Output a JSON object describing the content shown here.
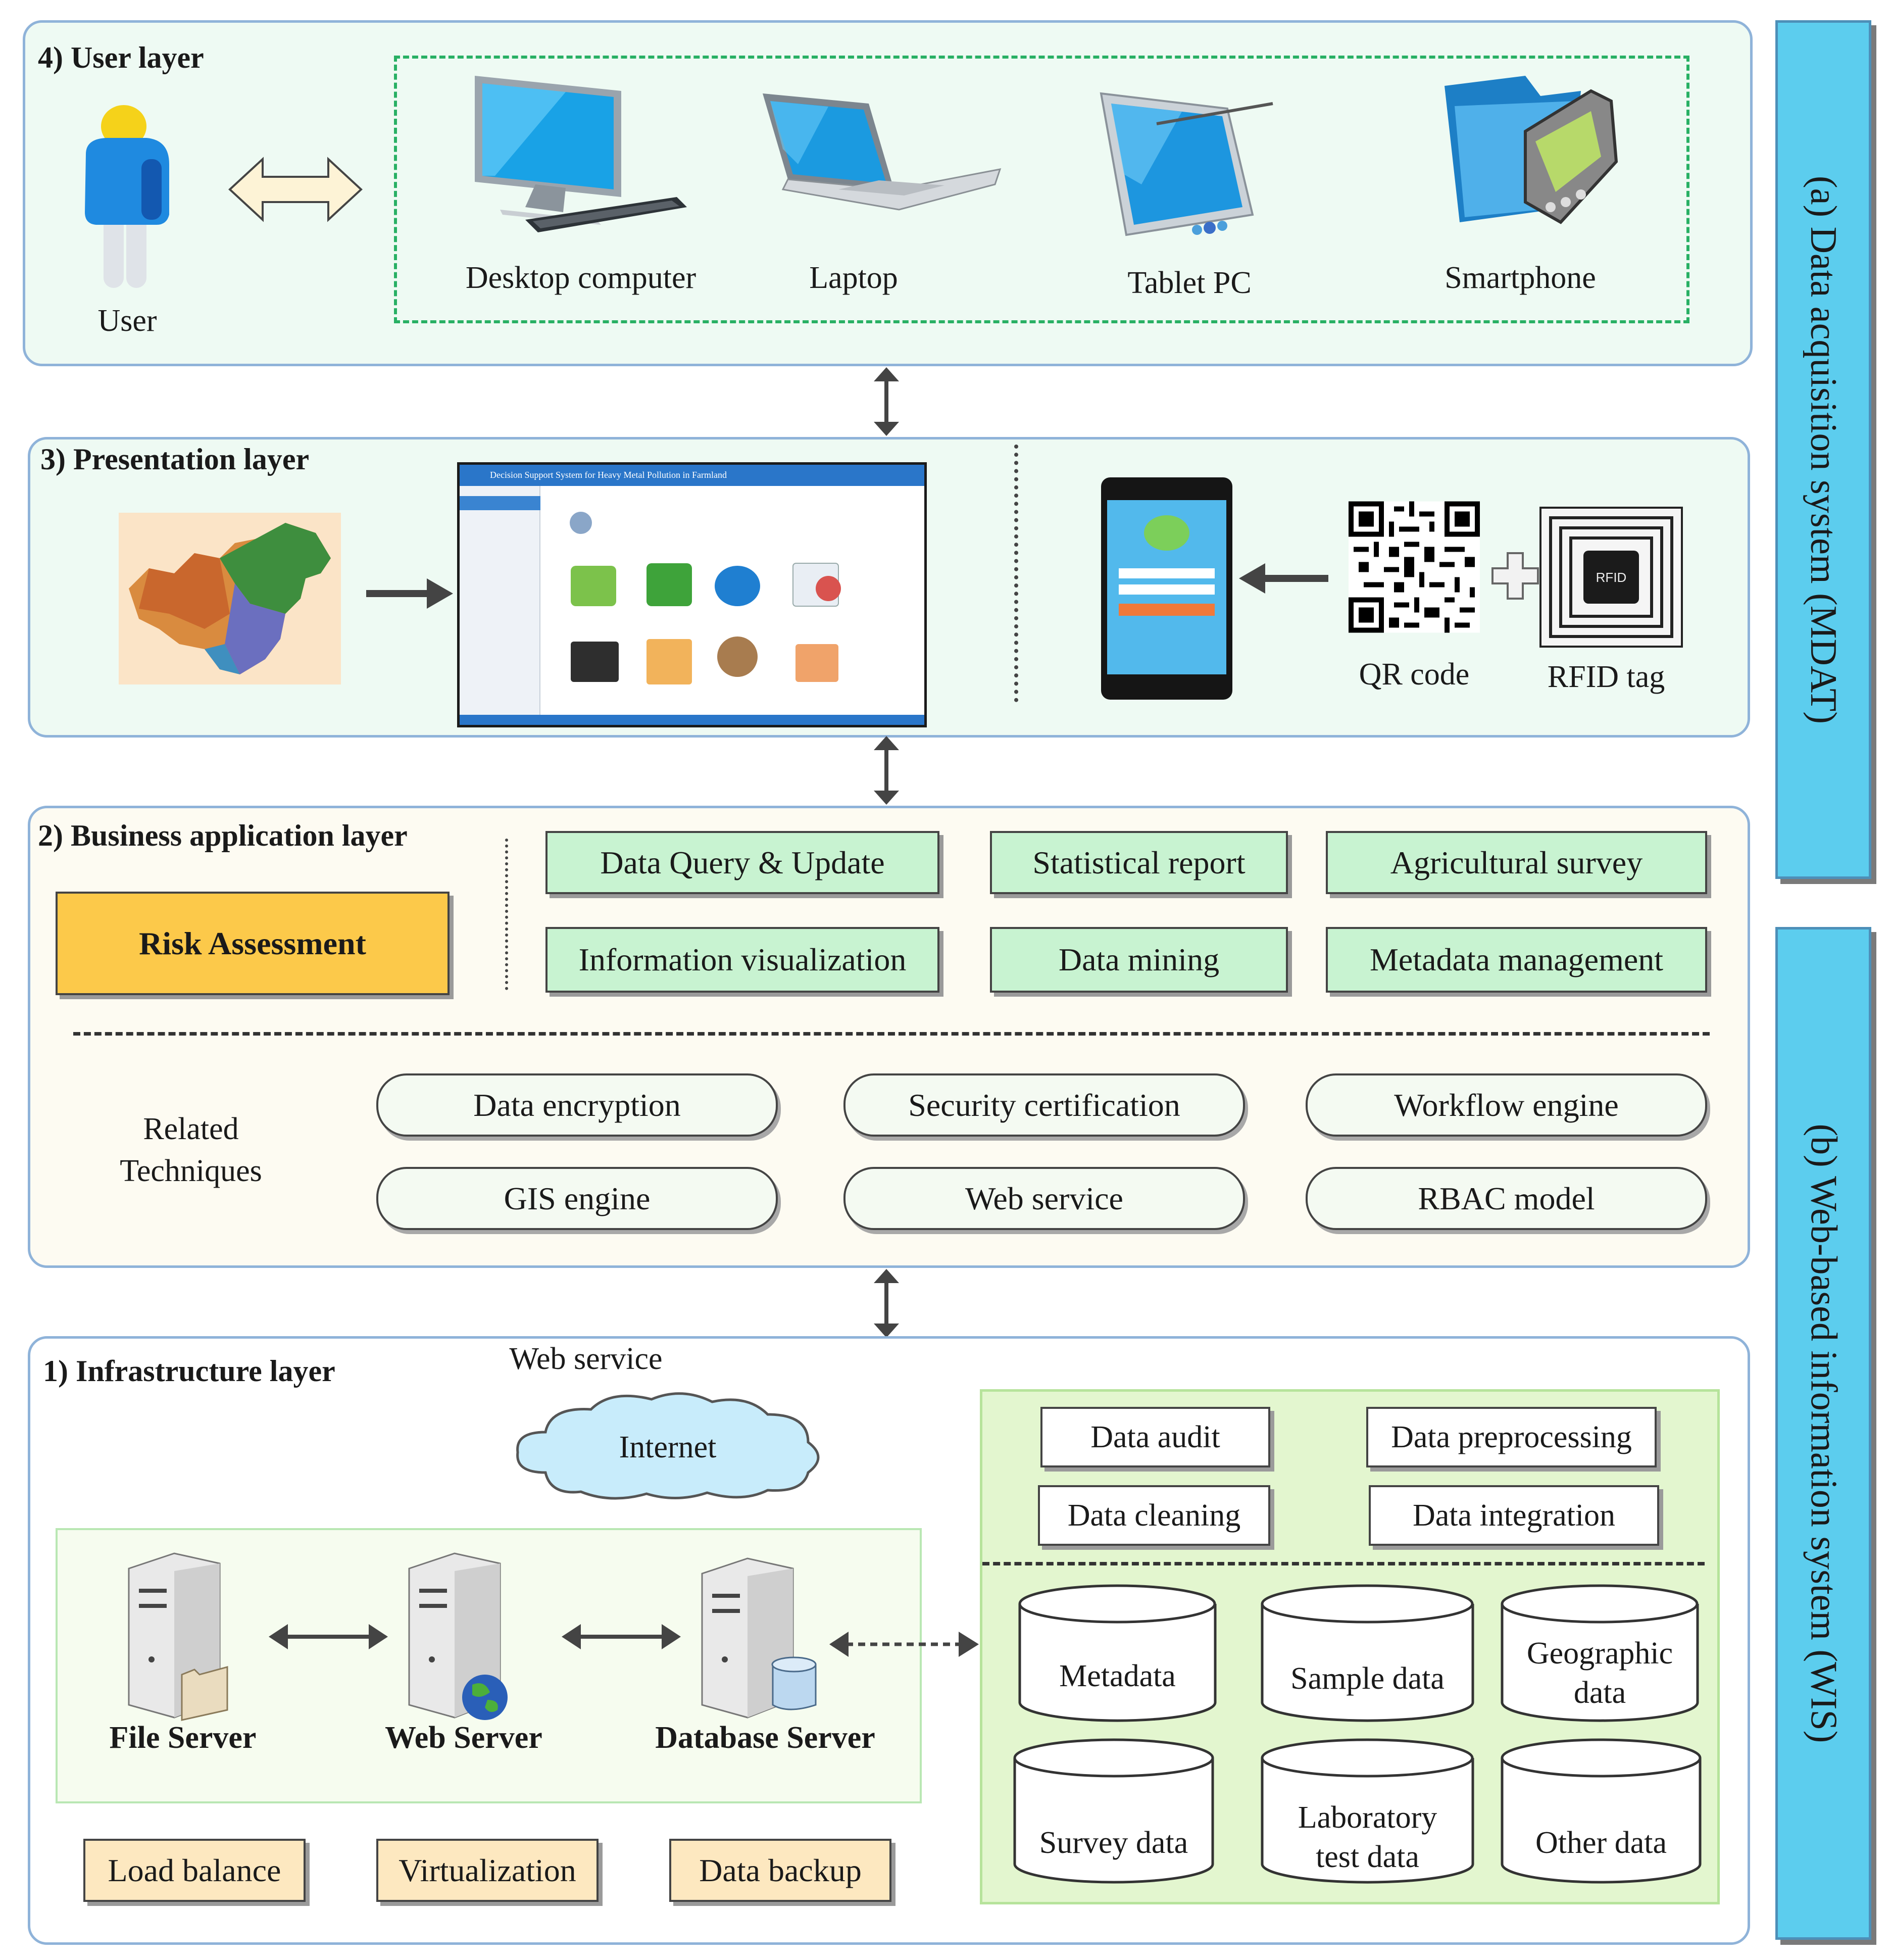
{
  "side_labels": {
    "top": "(a) Data acquisition system (MDAT)",
    "bottom": "(b)  Web-based information system (WIS)"
  },
  "user_layer": {
    "title": "4) User layer",
    "user_label": "User",
    "devices": [
      "Desktop computer",
      "Laptop",
      "Tablet PC",
      "Smartphone"
    ]
  },
  "presentation_layer": {
    "title": "3) Presentation layer",
    "screenshot_title": "Decision Support System for Heavy Metal Pollution in Farmland",
    "qr_label": "QR code",
    "rfid_label": "RFID tag",
    "rfid_chip": "RFID"
  },
  "business_layer": {
    "title": "2) Business application layer",
    "risk_assessment": "Risk Assessment",
    "functions": [
      "Data Query & Update",
      "Statistical report",
      "Agricultural survey",
      "Information visualization",
      "Data mining",
      "Metadata management"
    ],
    "related_label_line1": "Related",
    "related_label_line2": "Techniques",
    "techniques": [
      "Data encryption",
      "Security certification",
      "Workflow engine",
      "GIS engine",
      "Web service",
      "RBAC model"
    ]
  },
  "infrastructure_layer": {
    "title": "1) Infrastructure layer",
    "web_service": "Web service",
    "internet": "Internet",
    "servers": [
      "File Server",
      "Web Server",
      "Database Server"
    ],
    "processing": [
      "Data audit",
      "Data preprocessing",
      "Data cleaning",
      "Data integration"
    ],
    "data_stores": [
      {
        "line1": "Metadata",
        "line2": ""
      },
      {
        "line1": "Sample data",
        "line2": ""
      },
      {
        "line1": "Geographic",
        "line2": "data"
      },
      {
        "line1": "Survey data",
        "line2": ""
      },
      {
        "line1": "Laboratory",
        "line2": "test data"
      },
      {
        "line1": "Other data",
        "line2": ""
      }
    ],
    "services": [
      "Load balance",
      "Virtualization",
      "Data backup"
    ]
  },
  "colors": {
    "layer_border": "#8fb3d9",
    "side_panel": "#5ccdee",
    "function_box": "#c8f3d1",
    "risk_box": "#fcc94a",
    "service_box": "#fde8c0",
    "data_panel": "#e3f6cf"
  }
}
